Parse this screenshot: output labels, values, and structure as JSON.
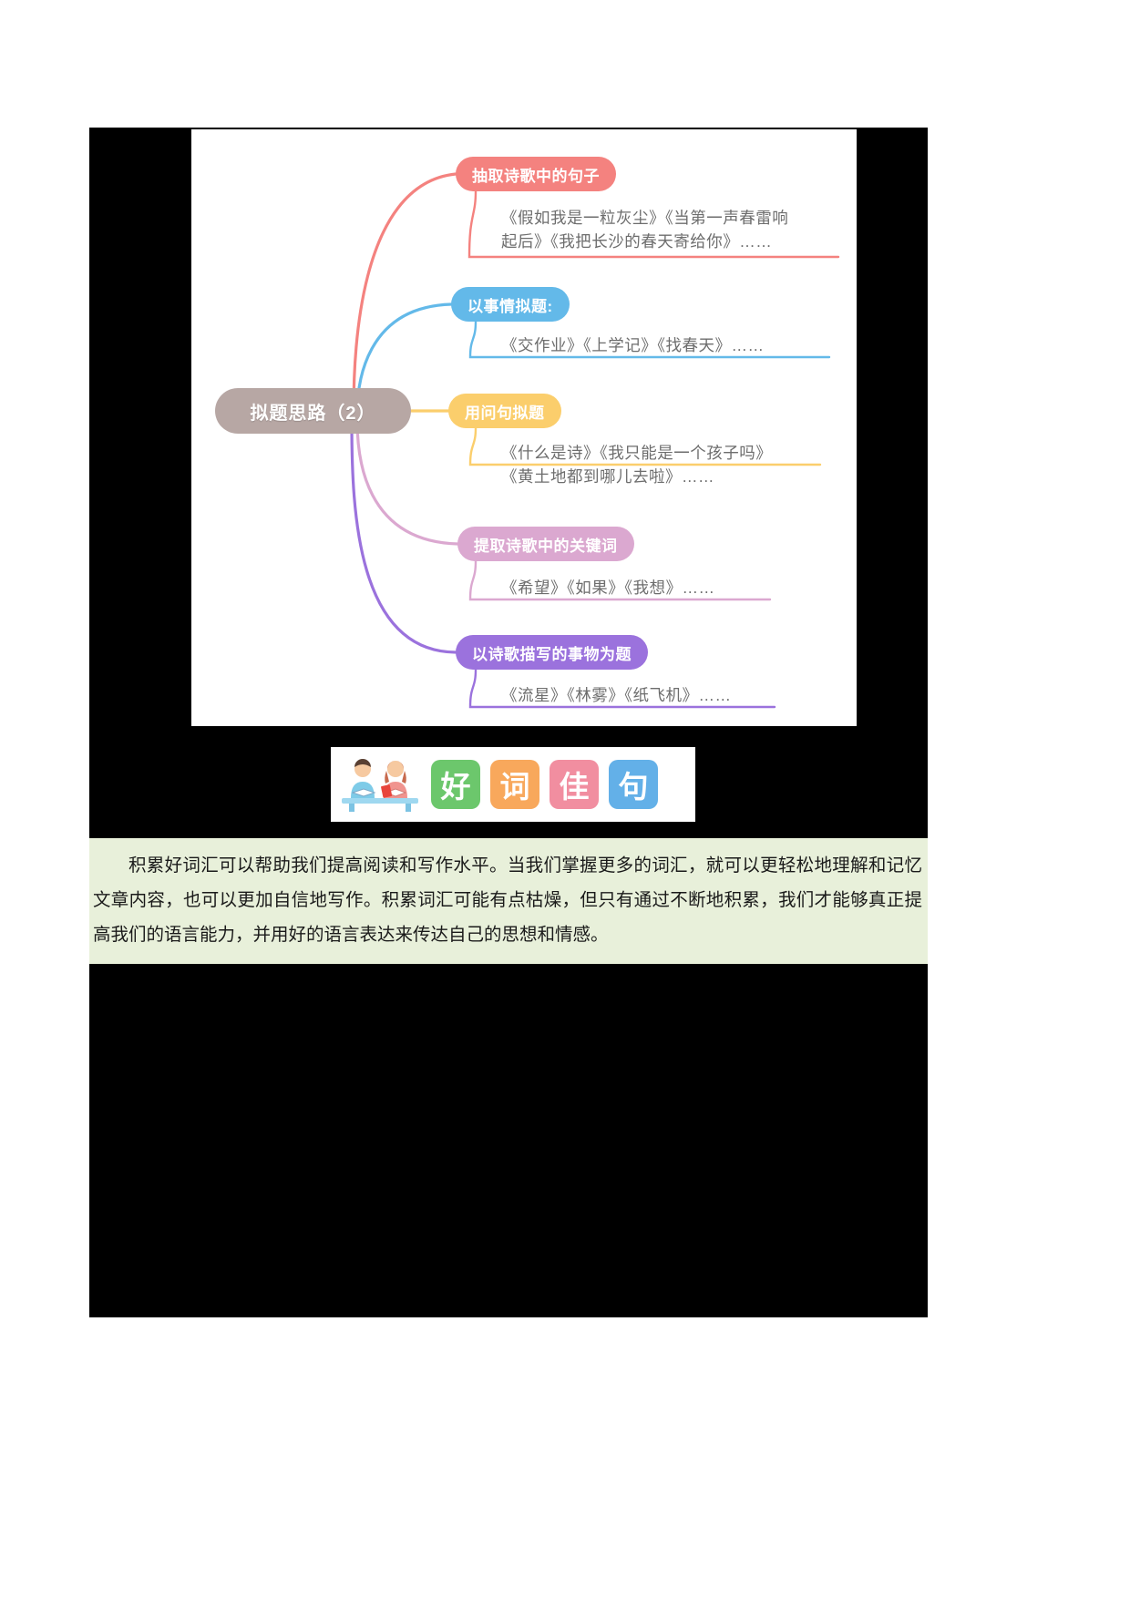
{
  "document": {
    "mindmap": {
      "root_label": "拟题思路（2）",
      "root_color": "#b7a7a4",
      "branches": [
        {
          "label": "抽取诗歌中的句子",
          "color": "#f4827f",
          "desc": "《假如我是一粒灰尘》《当第一声春雷响\n起后》《我把长沙的春天寄给你》……"
        },
        {
          "label": "以事情拟题:",
          "color": "#63b9e9",
          "desc": "《交作业》《上学记》《找春天》……"
        },
        {
          "label": "用问句拟题",
          "color": "#fbce6c",
          "desc": "《什么是诗》《我只能是一个孩子吗》\n《黄土地都到哪儿去啦》……"
        },
        {
          "label": "提取诗歌中的关键词",
          "color": "#dba8d0",
          "desc": "《希望》《如果》《我想》……"
        },
        {
          "label": "以诗歌描写的事物为题",
          "color": "#9b72dd",
          "desc": "《流星》《林雾》《纸飞机》……"
        }
      ]
    },
    "title_strip": {
      "icon_name": "two-students-reading-icon",
      "characters": [
        {
          "char": "好",
          "color": "#6cc76c"
        },
        {
          "char": "词",
          "color": "#f8a85c"
        },
        {
          "char": "佳",
          "color": "#f18ea0"
        },
        {
          "char": "句",
          "color": "#63b0e8"
        }
      ]
    },
    "paragraph": {
      "background": "#e8f0da",
      "text": "积累好词汇可以帮助我们提高阅读和写作水平。当我们掌握更多的词汇，就可以更轻松地理解和记忆文章内容，也可以更加自信地写作。积累词汇可能有点枯燥，但只有通过不断地积累，我们才能够真正提高我们的语言能力，并用好的语言表达来传达自己的思想和情感。"
    }
  }
}
